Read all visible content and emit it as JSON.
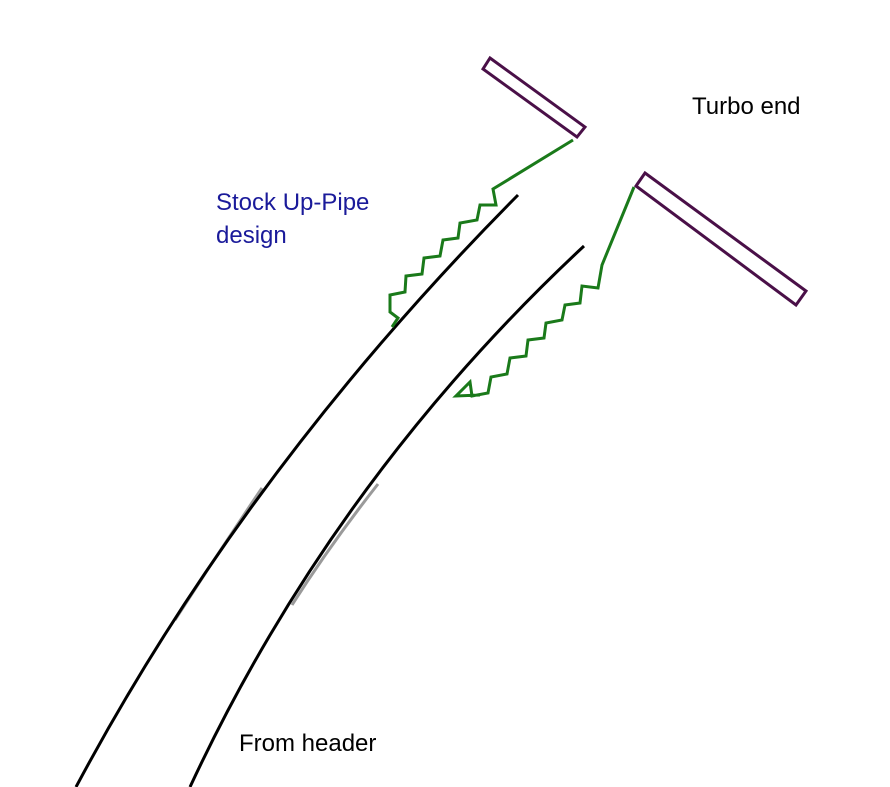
{
  "labels": {
    "turbo_end": "Turbo end",
    "stock_up_pipe": "Stock Up-Pipe\ndesign",
    "from_header": "From header"
  },
  "colors": {
    "pipe_line": "#000000",
    "pipe_line_faded": "#9a9a9a",
    "bellows": "#1a7a1a",
    "flange": "#4a1048",
    "flange_fill": "#ffffff",
    "text_default": "#000000",
    "text_accent": "#1a1a9a"
  },
  "components": {
    "pipe_walls": [
      "outer-pipe-wall",
      "inner-pipe-wall"
    ],
    "bellows": [
      "upper-bellows",
      "lower-bellows"
    ],
    "flanges": [
      "upper-turbo-flange",
      "lower-turbo-flange"
    ]
  }
}
